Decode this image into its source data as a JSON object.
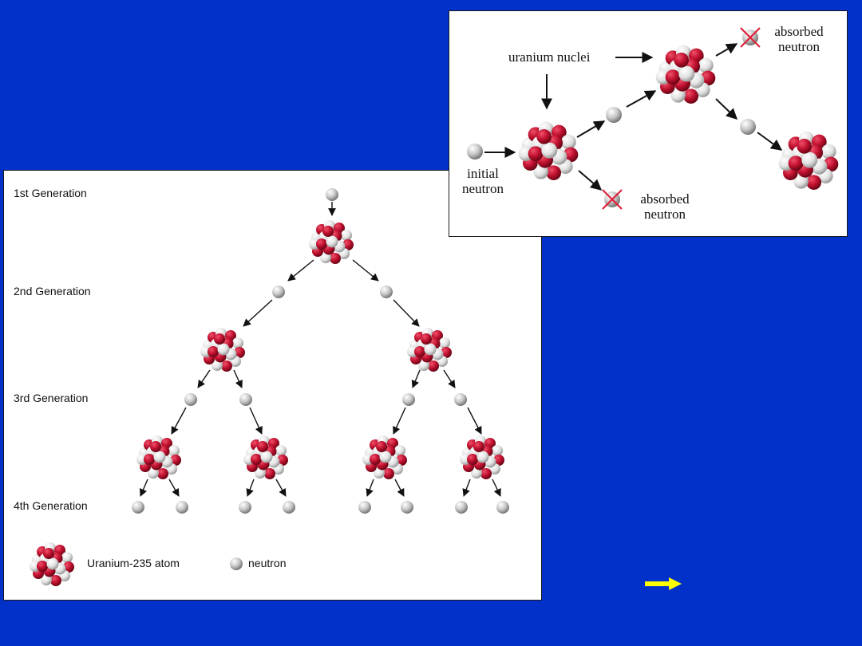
{
  "generation_tree": {
    "generations": [
      "1st Generation",
      "2nd Generation",
      "3rd Generation",
      "4th Generation"
    ],
    "legend": {
      "atom_label": "Uranium-235 atom",
      "neutron_label": "neutron",
      "atom_icon": "uranium-atom-icon",
      "neutron_icon": "neutron-icon"
    }
  },
  "fission_detail": {
    "initial_neutron": "initial\nneutron",
    "uranium_nuclei": "uranium nuclei",
    "absorbed_neutron_bottom": "absorbed\nneutron",
    "absorbed_neutron_top": "absorbed\nneutron"
  },
  "colors": {
    "background": "#0131c9",
    "nucleus_red": "#c0102f",
    "nucleus_white": "#e8e8e8",
    "neutron_gray": "#c8c8c8",
    "next_arrow": "#ffff00"
  },
  "navigation": {
    "next_icon": "arrow-right-icon"
  }
}
